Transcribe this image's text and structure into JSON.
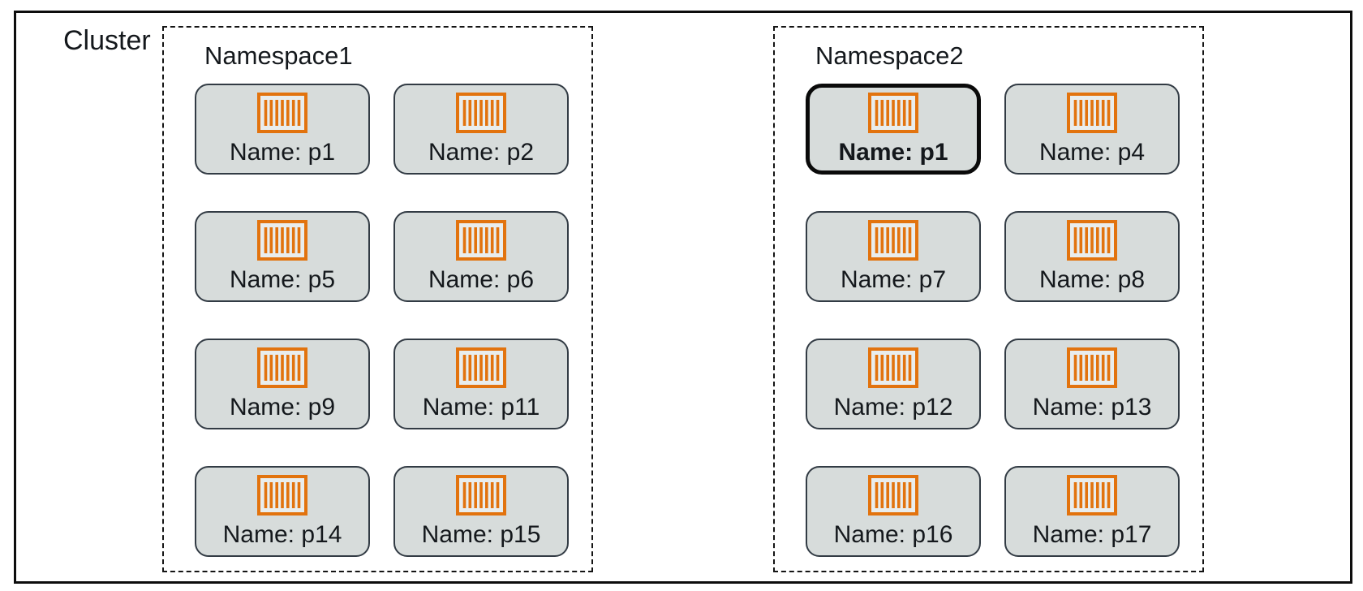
{
  "cluster": {
    "label": "Cluster"
  },
  "namespaces": [
    {
      "title": "Namespace1",
      "pods": [
        {
          "label": "Name: p1",
          "highlighted": false
        },
        {
          "label": "Name: p2",
          "highlighted": false
        },
        {
          "label": "Name: p5",
          "highlighted": false
        },
        {
          "label": "Name: p6",
          "highlighted": false
        },
        {
          "label": "Name: p9",
          "highlighted": false
        },
        {
          "label": "Name: p11",
          "highlighted": false
        },
        {
          "label": "Name: p14",
          "highlighted": false
        },
        {
          "label": "Name: p15",
          "highlighted": false
        }
      ]
    },
    {
      "title": "Namespace2",
      "pods": [
        {
          "label": "Name: p1",
          "highlighted": true
        },
        {
          "label": "Name: p4",
          "highlighted": false
        },
        {
          "label": "Name: p7",
          "highlighted": false
        },
        {
          "label": "Name: p8",
          "highlighted": false
        },
        {
          "label": "Name: p12",
          "highlighted": false
        },
        {
          "label": "Name: p13",
          "highlighted": false
        },
        {
          "label": "Name: p16",
          "highlighted": false
        },
        {
          "label": "Name: p17",
          "highlighted": false
        }
      ]
    }
  ],
  "icons": {
    "pod_icon": "container-icon"
  },
  "colors": {
    "canvas": "#ffffff",
    "pod_fill": "#d7dcdb",
    "pod_border": "#323b44",
    "icon_accent": "#e2730e",
    "icon_fill": "#e9eded",
    "highlight_border": "#0a0a0a",
    "text": "#14181c"
  }
}
